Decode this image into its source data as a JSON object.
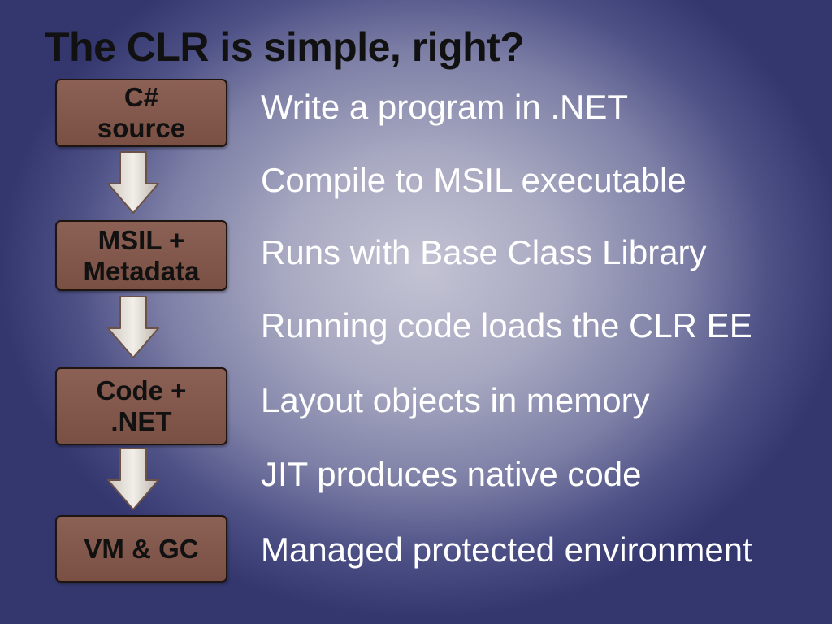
{
  "slide": {
    "title": "The CLR is simple, right?"
  },
  "flow": {
    "boxes": [
      "C#\nsource",
      "MSIL +\nMetadata",
      "Code +\n.NET",
      "VM & GC"
    ]
  },
  "steps": [
    "Write a program in .NET",
    "Compile to MSIL executable",
    "Runs with Base Class Library",
    "Running code loads the CLR EE",
    "Layout objects in memory",
    "JIT produces native code",
    "Managed protected environment"
  ],
  "colors": {
    "box_fill": "#8c6155",
    "box_border": "#1e1510",
    "arrow_fill": "#e4ded8",
    "text": "#ffffff",
    "title": "#111111"
  }
}
